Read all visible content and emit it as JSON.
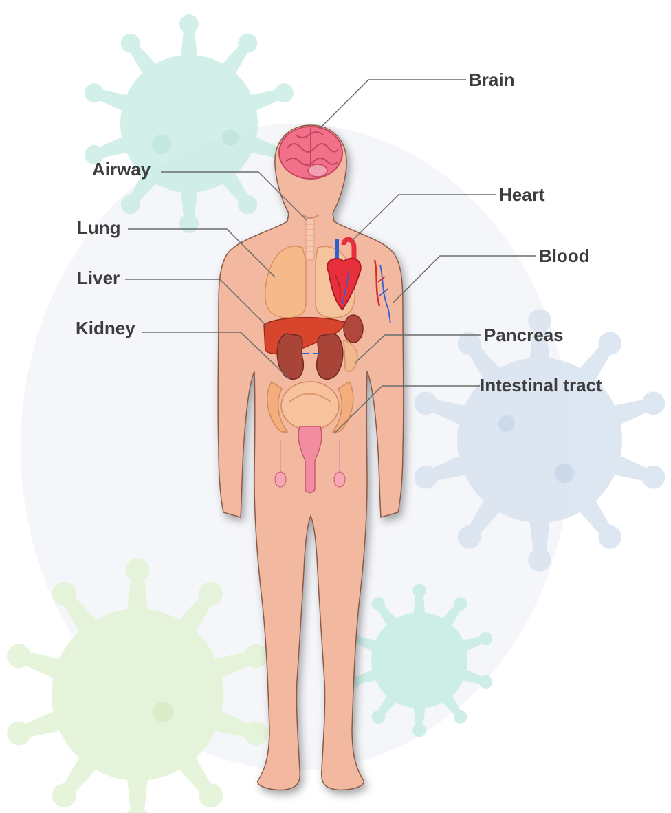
{
  "labels": {
    "brain": "Brain",
    "airway": "Airway",
    "heart": "Heart",
    "lung": "Lung",
    "blood": "Blood",
    "liver": "Liver",
    "kidney": "Kidney",
    "pancreas": "Pancreas",
    "intestinal": "Intestinal tract"
  },
  "colors": {
    "skin": "#f3b9a0",
    "skin_outline": "#8a5a4a",
    "virus_teal": "#c7ece4",
    "virus_blue": "#d8e3ef",
    "virus_green": "#e3f3d6",
    "leader_line": "#6b6b6b",
    "label_text": "#3d3d3d",
    "brain": "#f2708a",
    "heart": "#e8303c",
    "lung": "#f5b98a",
    "liver": "#d8452d",
    "kidney": "#a84438",
    "intestine": "#f4ae7e",
    "bladder": "#f28da0"
  }
}
